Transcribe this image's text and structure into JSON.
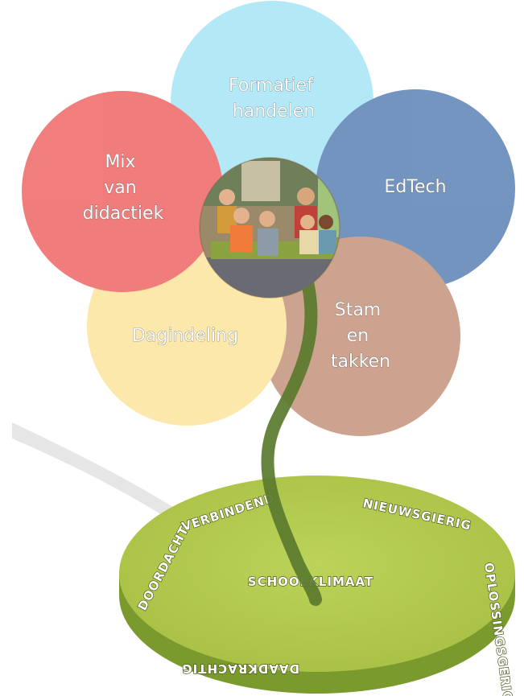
{
  "petals": [
    {
      "id": "formatief",
      "lines": [
        "Formatief",
        "handelen"
      ],
      "color": "#a6e6f6"
    },
    {
      "id": "edtech",
      "lines": [
        "EdTech"
      ],
      "color": "#5b82b4"
    },
    {
      "id": "stam",
      "lines": [
        "Stam",
        "en",
        "takken"
      ],
      "color": "#c4937b"
    },
    {
      "id": "dagindeling",
      "lines": [
        "Dagindeling"
      ],
      "color": "#fbe49c"
    },
    {
      "id": "mix",
      "lines": [
        "Mix",
        "van",
        "didactiek"
      ],
      "color": "#ee6666"
    }
  ],
  "center_photo": {
    "description_icon": "classroom-photo-icon"
  },
  "base": {
    "center_label": "SCHOOLKLIMAAT",
    "values": [
      "VERBINDEND",
      "NIEUWSGIERIG",
      "OPLOSSINGSGERICHT",
      "DAADKRACHTIG",
      "DOORDACHT"
    ],
    "top_color": "#b2c94e",
    "side_color": "#7a9a2e"
  },
  "colors": {
    "stem": "#5a7a2e",
    "shadow": "#e4e4e4"
  }
}
